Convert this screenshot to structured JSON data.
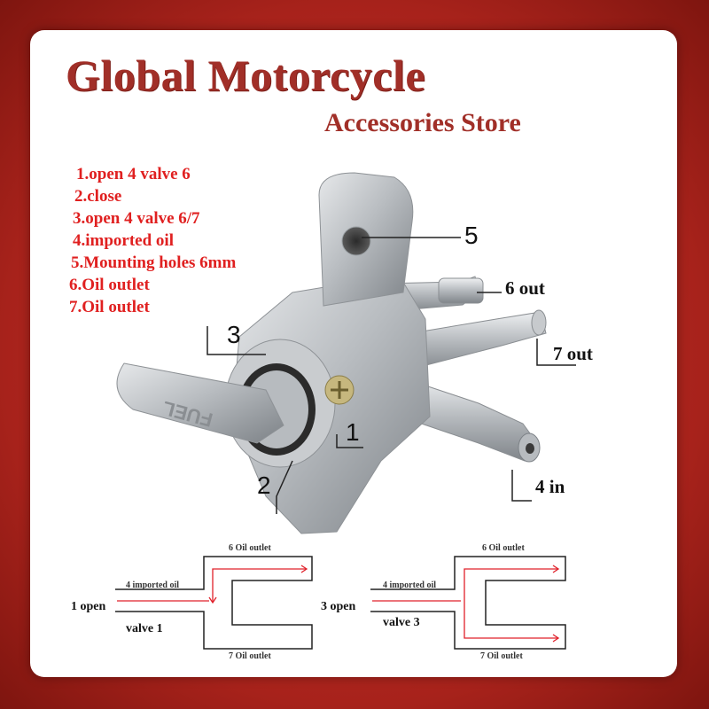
{
  "header": {
    "title": "Global Motorcycle",
    "subtitle": "Accessories Store"
  },
  "legend": {
    "items": [
      "1.open 4 valve 6",
      "2.close",
      "3.open 4  valve 6/7",
      "4.imported oil",
      "5.Mounting holes 6mm",
      "6.Oil outlet",
      "7.Oil outlet"
    ]
  },
  "callouts": {
    "n1": "1",
    "n2": "2",
    "n3": "3",
    "n5": "5",
    "out6": "6 out",
    "out7": "7 out",
    "in4": "4 in"
  },
  "lever_text": "FUEL",
  "diagram_left": {
    "top": "6 Oil outlet",
    "bottom": "7 Oil outlet",
    "inlet": "4 imported oil",
    "position": "1 open",
    "valve": "valve 1"
  },
  "diagram_right": {
    "top": "6 Oil outlet",
    "bottom": "7 Oil outlet",
    "inlet": "4 imported oil",
    "position": "3 open",
    "valve": "valve 3"
  },
  "colors": {
    "brand_red": "#a12f28",
    "legend_red": "#e02020",
    "flow_red": "#e0202a",
    "frame": "#b72a22"
  }
}
